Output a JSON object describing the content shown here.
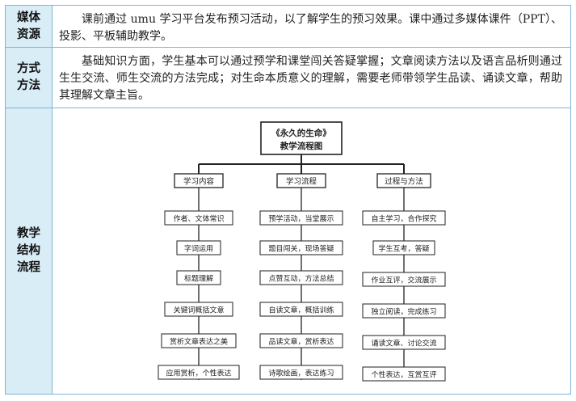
{
  "rows": [
    {
      "label_lines": [
        "媒体",
        "资源"
      ],
      "text": "课前通过 umu 学习平台发布预习活动，以了解学生的预习效果。课中通过多媒体课件（PPT）、投影、平板辅助教学。"
    },
    {
      "label_lines": [
        "方式",
        "方法"
      ],
      "text": "基础知识方面，学生基本可以通过预学和课堂闯关答疑掌握；文章阅读方法以及语言品析则通过生生交流、师生交流的方法完成；对生命本质意义的理解，需要老师带领学生品读、诵读文章，帮助其理解文章主旨。"
    },
    {
      "label_lines": [
        "教学",
        "结构",
        "流程"
      ],
      "flowchart": {
        "title_line1": "《永久的生命》",
        "title_line2": "教学流程图",
        "columns": [
          {
            "header": "学习内容",
            "items": [
              "作者、文体常识",
              "字词运用",
              "标题理解",
              "关键词概括文意",
              "赏析文章表达之美",
              "应用赏析，个性表达"
            ]
          },
          {
            "header": "学习流程",
            "items": [
              "预学活动，当堂展示",
              "题目闯关，现场答疑",
              "点赞互动，方法总结",
              "自读文章，概括训练",
              "品读文章，赏析表达",
              "诗歌绘画，表达练习"
            ]
          },
          {
            "header": "过程与方法",
            "items": [
              "自主学习，合作探究",
              "学生互考，答疑",
              "作业互评，交流展示",
              "独立阅读，完成练习",
              "诵读文章、讨论交流",
              "个性表达，互赏互评"
            ]
          }
        ]
      }
    }
  ]
}
